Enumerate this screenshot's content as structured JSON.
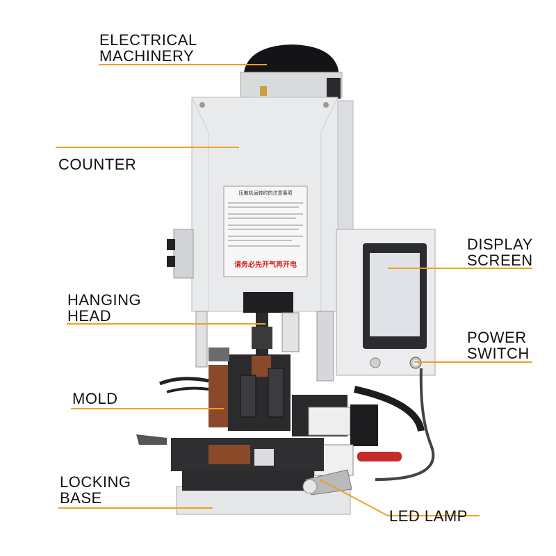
{
  "colors": {
    "leader_line": "#f0a020",
    "machine_body": "#e9eaec",
    "machine_dark": "#1e1e20",
    "wood_block": "#8a4a2a",
    "warning_text": "#d62020"
  },
  "labels": {
    "electrical_machinery": {
      "line1": "ELECTRICAL",
      "line2": "MACHINERY"
    },
    "counter": {
      "line1": "COUNTER"
    },
    "hanging_head": {
      "line1": "HANGING",
      "line2": "HEAD"
    },
    "mold": {
      "line1": "MOLD"
    },
    "locking_base": {
      "line1": "LOCKING",
      "line2": "BASE"
    },
    "display_screen": {
      "line1": "DISPLAY",
      "line2": "SCREEN"
    },
    "power_switch": {
      "line1": "POWER",
      "line2": "SWITCH"
    },
    "led_lamp": {
      "line1": "LED LAMP"
    }
  },
  "machine_plate": {
    "title": "压着机运转时的注意事项",
    "warning": "请务必先开气再开电"
  }
}
